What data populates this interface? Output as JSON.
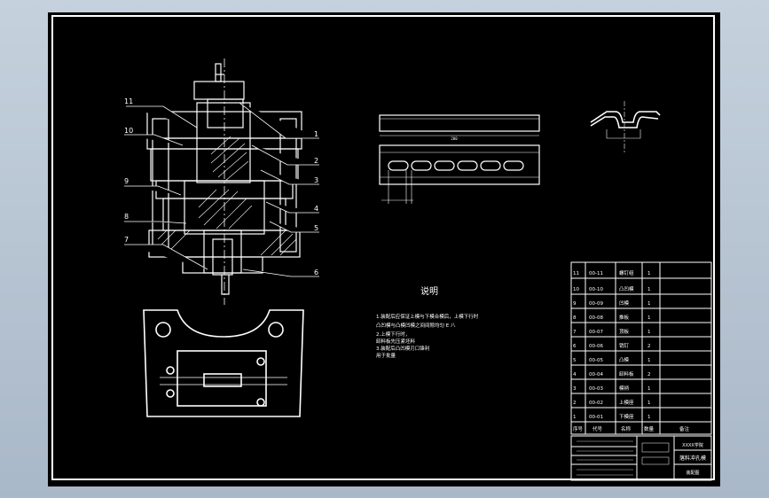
{
  "drawing": {
    "notes_title": "说明",
    "notes_lines": [
      "1.装配后应保证上模与下模合模后，上模下行时",
      "凸凹模与凸模凹模之间间隙均匀 E 八",
      "2.上模下行时，",
      "卸料板先压紧坯料",
      "3.装配后凸凹模刃口锋利",
      "用于批量"
    ],
    "balloons_left": [
      "11",
      "10",
      "9",
      "8",
      "7"
    ],
    "balloons_right": [
      "1",
      "2",
      "3",
      "4",
      "5",
      "6"
    ],
    "bom": {
      "rows": [
        {
          "no": "11",
          "code": "00-11",
          "name": "螺钉组",
          "qty": "1"
        },
        {
          "no": "10",
          "code": "00-10",
          "name": "凸凹模",
          "qty": "1"
        },
        {
          "no": "9",
          "code": "00-09",
          "name": "凹模",
          "qty": "1"
        },
        {
          "no": "8",
          "code": "00-08",
          "name": "推板",
          "qty": "1"
        },
        {
          "no": "7",
          "code": "00-07",
          "name": "顶板",
          "qty": "1"
        },
        {
          "no": "6",
          "code": "00-06",
          "name": "销钉",
          "qty": "2"
        },
        {
          "no": "5",
          "code": "00-05",
          "name": "凸模",
          "qty": "1"
        },
        {
          "no": "4",
          "code": "00-04",
          "name": "卸料板",
          "qty": "2"
        },
        {
          "no": "3",
          "code": "00-03",
          "name": "模柄",
          "qty": "1"
        },
        {
          "no": "2",
          "code": "00-02",
          "name": "上模座",
          "qty": "1"
        },
        {
          "no": "1",
          "code": "00-01",
          "name": "下模座",
          "qty": "1"
        }
      ],
      "header": {
        "no": "序号",
        "code": "代号",
        "name": "名称",
        "qty": "数量",
        "note": "备注"
      }
    },
    "title_block": {
      "school": "XXXX学院",
      "drawing_name": "落料冲孔模",
      "sheet": "装配图"
    },
    "strip_dimension": "200"
  }
}
